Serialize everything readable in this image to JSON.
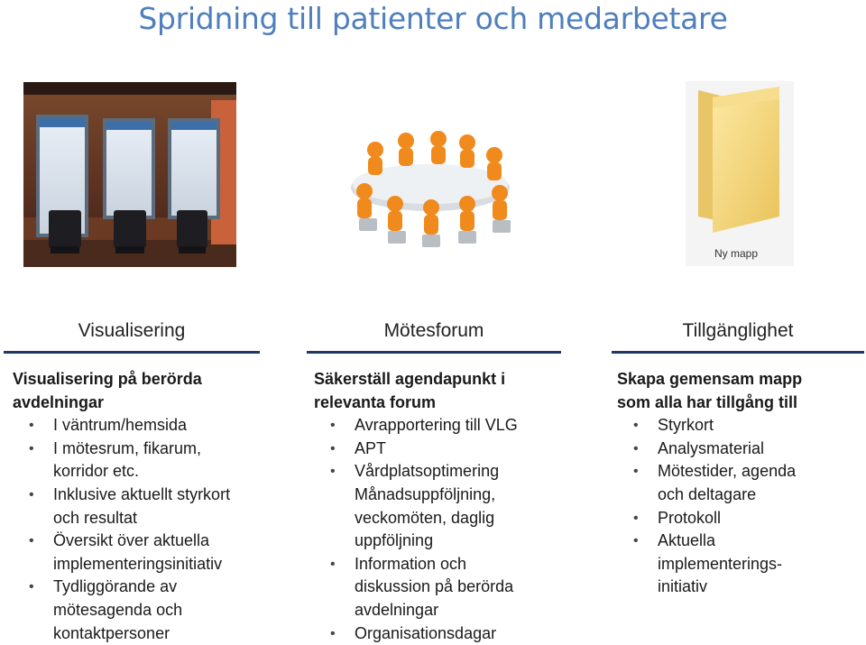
{
  "slide": {
    "title": "Spridning till patienter och medarbetare"
  },
  "images": [
    {
      "icon": "whiteboards-corridor-photo"
    },
    {
      "icon": "meeting-table-figures-illustration"
    },
    {
      "icon": "folder-icon",
      "caption": "Ny mapp"
    }
  ],
  "columns": [
    {
      "header": "Visualisering",
      "heading_lines": [
        "Visualisering på berörda",
        "avdelningar"
      ],
      "items": [
        [
          "I väntrum/hemsida"
        ],
        [
          "I mötesrum, fikarum,",
          "korridor etc."
        ],
        [
          "Inklusive aktuellt styrkort",
          "och resultat"
        ],
        [
          "Översikt över aktuella",
          "implementeringsinitiativ"
        ],
        [
          "Tydliggörande av",
          "mötesagenda och",
          "kontaktpersoner"
        ]
      ]
    },
    {
      "header": "Mötesforum",
      "heading_lines": [
        "Säkerställ agendapunkt i",
        "relevanta forum"
      ],
      "items": [
        [
          "Avrapportering till VLG"
        ],
        [
          "APT"
        ],
        [
          "Vårdplatsoptimering"
        ],
        [
          "Månadsuppföljning,",
          "veckomöten, daglig",
          "uppföljning"
        ],
        [
          "Information och",
          "diskussion på berörda",
          "avdelningar"
        ],
        [
          "Organisationsdagar"
        ]
      ]
    },
    {
      "header": "Tillgänglighet",
      "heading_lines": [
        "Skapa gemensam mapp",
        "som alla har tillgång till"
      ],
      "items": [
        [
          "Styrkort"
        ],
        [
          "Analysmaterial"
        ],
        [
          "Mötestider, agenda",
          "och deltagare"
        ],
        [
          "Protokoll"
        ],
        [
          "Aktuella",
          "implementerings-",
          "initiativ"
        ]
      ]
    }
  ],
  "colors": {
    "title": "#4f7fbd",
    "rule": "#1f3864"
  }
}
